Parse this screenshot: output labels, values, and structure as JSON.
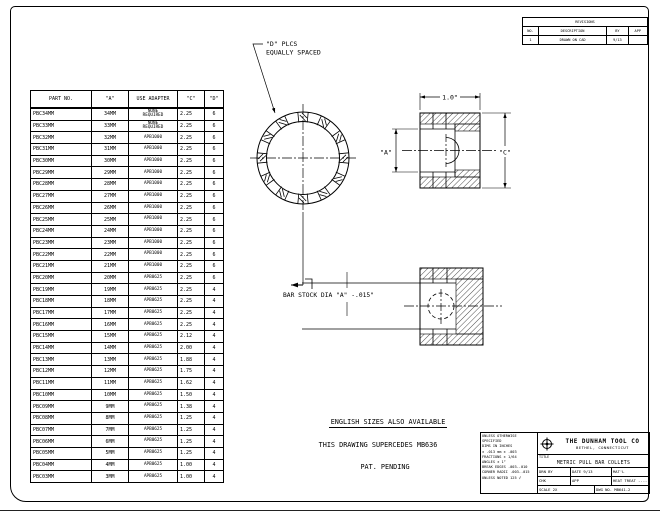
{
  "revision_block": {
    "title": "REVISIONS",
    "col_no": "NO.",
    "col_desc": "DESCRIPTION",
    "col_by": "BY",
    "col_app": "APP",
    "row": {
      "no": "1",
      "desc": "DRAWN ON CAD",
      "by": "9/13",
      "app": ""
    }
  },
  "parts_table": {
    "headers": [
      "PART NO.",
      "\"A\"",
      "USE ADAPTER",
      "\"C\"",
      "\"D\""
    ],
    "rows": [
      [
        "PBC34MM",
        "34MM",
        "NONE\nREQUIRED",
        "2.25",
        "6"
      ],
      [
        "PBC33MM",
        "33MM",
        "NONE\nREQUIRED",
        "2.25",
        "6"
      ],
      [
        "PBC32MM",
        "32MM",
        "APB1000",
        "2.25",
        "6"
      ],
      [
        "PBC31MM",
        "31MM",
        "APB1000",
        "2.25",
        "6"
      ],
      [
        "PBC30MM",
        "30MM",
        "APB1000",
        "2.25",
        "6"
      ],
      [
        "PBC29MM",
        "29MM",
        "APB1000",
        "2.25",
        "6"
      ],
      [
        "PBC28MM",
        "28MM",
        "APB1000",
        "2.25",
        "6"
      ],
      [
        "PBC27MM",
        "27MM",
        "APB1000",
        "2.25",
        "6"
      ],
      [
        "PBC26MM",
        "26MM",
        "APB1000",
        "2.25",
        "6"
      ],
      [
        "PBC25MM",
        "25MM",
        "APB1000",
        "2.25",
        "6"
      ],
      [
        "PBC24MM",
        "24MM",
        "APB1000",
        "2.25",
        "6"
      ],
      [
        "PBC23MM",
        "23MM",
        "APB1000",
        "2.25",
        "6"
      ],
      [
        "PBC22MM",
        "22MM",
        "APB1000",
        "2.25",
        "6"
      ],
      [
        "PBC21MM",
        "21MM",
        "APB1000",
        "2.25",
        "6"
      ],
      [
        "PBC20MM",
        "20MM",
        "APB0625",
        "2.25",
        "6"
      ],
      [
        "PBC19MM",
        "19MM",
        "APB0625",
        "2.25",
        "4"
      ],
      [
        "PBC18MM",
        "18MM",
        "APB0625",
        "2.25",
        "4"
      ],
      [
        "PBC17MM",
        "17MM",
        "APB0625",
        "2.25",
        "4"
      ],
      [
        "PBC16MM",
        "16MM",
        "APB0625",
        "2.25",
        "4"
      ],
      [
        "PBC15MM",
        "15MM",
        "APB0625",
        "2.12",
        "4"
      ],
      [
        "PBC14MM",
        "14MM",
        "APB0625",
        "2.00",
        "4"
      ],
      [
        "PBC13MM",
        "13MM",
        "APB0625",
        "1.88",
        "4"
      ],
      [
        "PBC12MM",
        "12MM",
        "APB0625",
        "1.75",
        "4"
      ],
      [
        "PBC11MM",
        "11MM",
        "APB0625",
        "1.62",
        "4"
      ],
      [
        "PBC10MM",
        "10MM",
        "APB0625",
        "1.50",
        "4"
      ],
      [
        "PBC09MM",
        "9MM",
        "APB0625",
        "1.38",
        "4"
      ],
      [
        "PBC08MM",
        "8MM",
        "APB0625",
        "1.25",
        "4"
      ],
      [
        "PBC07MM",
        "7MM",
        "APB0625",
        "1.25",
        "4"
      ],
      [
        "PBC06MM",
        "6MM",
        "APB0625",
        "1.25",
        "4"
      ],
      [
        "PBC05MM",
        "5MM",
        "APB0625",
        "1.25",
        "4"
      ],
      [
        "PBC04MM",
        "4MM",
        "APB0625",
        "1.00",
        "4"
      ],
      [
        "PBC03MM",
        "3MM",
        "APB0625",
        "1.00",
        "4"
      ]
    ]
  },
  "drawing": {
    "slots_note_line1": "\"D\" PLCS",
    "slots_note_line2": "EQUALLY SPACED",
    "bar_stock_note": "BAR STOCK DIA \"A\" -.015\"",
    "dim_width": "1.0\"",
    "dim_bore": "\"A\"",
    "dim_outer": "\"C\""
  },
  "footnotes": {
    "english": "ENGLISH SIZES ALSO AVAILABLE",
    "supercedes": "THIS DRAWING SUPERCEDES MB636",
    "patent": "PAT. PENDING"
  },
  "title_block": {
    "company": "THE DUNHAM TOOL CO",
    "location": "BETHEL, CONNECTICUT",
    "title_label": "TITLE",
    "title": "METRIC PULL BAR COLLETS",
    "tolerance_notes": [
      "UNLESS OTHERWISE SPECIFIED",
      "DIMS IN INCHES",
      "± .013  mm ± .003",
      "FRACTIONS ± 1/64",
      "ANGLES ± 1°",
      "BREAK EDGES .003-.010",
      "CORNER RADII .003-.015",
      "UNLESS NOTED 125 √"
    ],
    "fields": {
      "drn_by": "DRN BY",
      "date": "DATE 9/13",
      "matl": "MAT'L",
      "chk": "CHK",
      "app": "APP",
      "heat_treat": "HEAT TREAT ----",
      "scale": "SCALE 2X",
      "dwg_no": "DWG NO. MB641-2"
    }
  }
}
